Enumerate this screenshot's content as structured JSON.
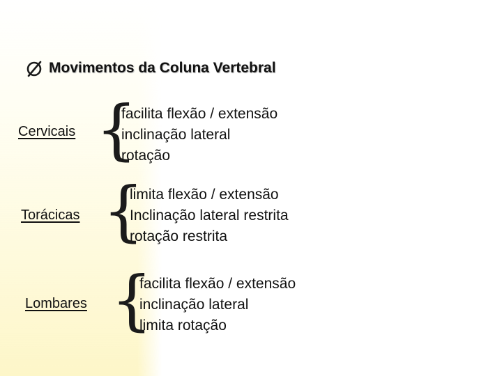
{
  "title": {
    "icon": "broken-circle-icon",
    "text": "Movimentos da Coluna Vertebral"
  },
  "groups": [
    {
      "label": "Cervicais",
      "lines": [
        "facilita flexão / extensão",
        "inclinação lateral",
        "rotação"
      ]
    },
    {
      "label": "Torácicas",
      "lines": [
        "limita flexão / extensão",
        "Inclinação lateral restrita",
        "rotação restrita"
      ]
    },
    {
      "label": "Lombares",
      "lines": [
        "facilita flexão / extensão",
        "inclinação lateral",
        "limita rotação"
      ]
    }
  ],
  "colors": {
    "background": "#ffffff",
    "gradient": "#fdf6c8",
    "text": "#111111"
  }
}
